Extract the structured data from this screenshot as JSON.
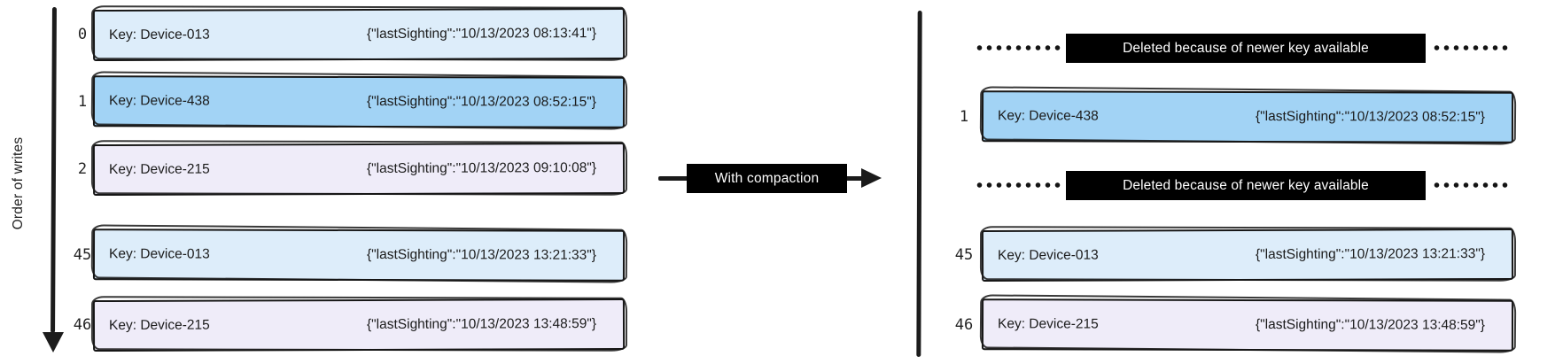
{
  "palette": {
    "light_blue": "#ddedfa",
    "blue": "#a2d3f5",
    "lavender": "#efecf9",
    "ink": "#161616",
    "label_bg": "#000000",
    "label_text": "#ffffff"
  },
  "left": {
    "axis_label": "Order of writes",
    "rows": [
      {
        "index": "0",
        "key": "Key: Device-013",
        "value": "{\"lastSighting\":\"10/13/2023 08:13:41\"}",
        "fill": "light_blue"
      },
      {
        "index": "1",
        "key": "Key: Device-438",
        "value": "{\"lastSighting\":\"10/13/2023 08:52:15\"}",
        "fill": "blue"
      },
      {
        "index": "2",
        "key": "Key: Device-215",
        "value": "{\"lastSighting\":\"10/13/2023 09:10:08\"}",
        "fill": "lavender"
      },
      {
        "index": "45",
        "key": "Key: Device-013",
        "value": "{\"lastSighting\":\"10/13/2023 13:21:33\"}",
        "fill": "light_blue"
      },
      {
        "index": "46",
        "key": "Key: Device-215",
        "value": "{\"lastSighting\":\"10/13/2023 13:48:59\"}",
        "fill": "lavender"
      }
    ]
  },
  "transform": {
    "label": "With compaction"
  },
  "right": {
    "items": [
      {
        "type": "deleted",
        "label": "Deleted because of newer key available"
      },
      {
        "type": "record",
        "index": "1",
        "key": "Key: Device-438",
        "value": "{\"lastSighting\":\"10/13/2023 08:52:15\"}",
        "fill": "blue"
      },
      {
        "type": "deleted",
        "label": "Deleted because of newer key available"
      },
      {
        "type": "record",
        "index": "45",
        "key": "Key: Device-013",
        "value": "{\"lastSighting\":\"10/13/2023 13:21:33\"}",
        "fill": "light_blue"
      },
      {
        "type": "record",
        "index": "46",
        "key": "Key: Device-215",
        "value": "{\"lastSighting\":\"10/13/2023 13:48:59\"}",
        "fill": "lavender"
      }
    ]
  }
}
